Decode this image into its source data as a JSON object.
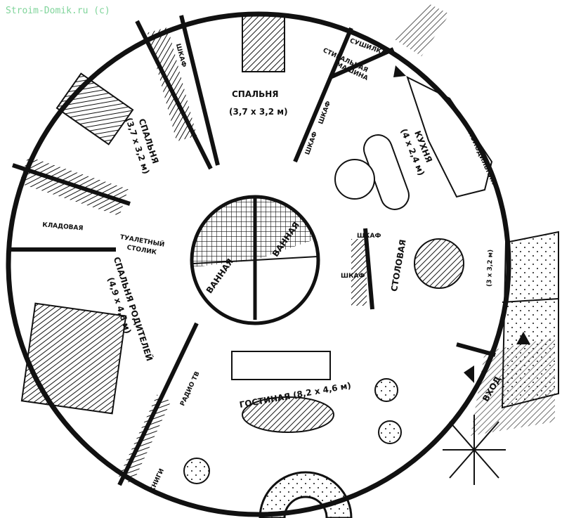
{
  "watermark": "Stroim-Domik.ru (c)",
  "rooms": {
    "bedroom_top": {
      "name": "СПАЛЬНЯ",
      "size": "(3,7 x 3,2 м)"
    },
    "bedroom_left": {
      "name": "СПАЛЬНЯ",
      "size": "(3,7 x 3,2 м)"
    },
    "storage": {
      "name": "КЛАДОВАЯ"
    },
    "vanity": {
      "name": "ТУАЛЕТНЫЙ",
      "name2": "СТОЛИК"
    },
    "parents_bedroom": {
      "name": "СПАЛЬНЯ РОДИТЕЛЕЙ",
      "size": "(4,9 x 4,6 м)"
    },
    "bathroom_1": {
      "name": "ВАННАЯ"
    },
    "bathroom_2": {
      "name": "ВАННАЯ"
    },
    "living_room": {
      "name": "ГОСТИНАЯ (8,2 x 4,6 м)"
    },
    "dining_room": {
      "name": "СТОЛОВАЯ"
    },
    "kitchen": {
      "name": "КУХНЯ",
      "size": "(4 x 2,4 м)"
    },
    "dryer": {
      "name": "СУШИЛКА"
    },
    "washing_machine": {
      "name": "СТИРАЛЬНАЯ",
      "name2": "МАШИНА"
    },
    "entrance": {
      "name": "ВХОД"
    },
    "porch": {
      "size": "(3 x 3,2 м)"
    }
  },
  "furniture": {
    "wardrobe": "ШКАФ",
    "fridge": "ХОЛОДИЛЬНИК",
    "radio_tv": "РАДИО ТВ",
    "books": "КНИГИ"
  }
}
